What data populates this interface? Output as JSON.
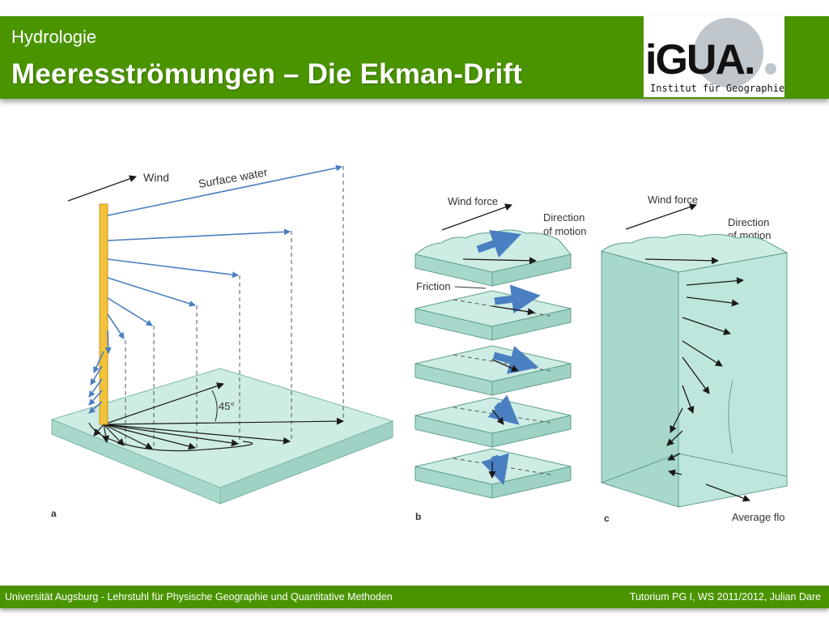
{
  "header": {
    "kicker": "Hydrologie",
    "title": "Meeresströmungen – Die Ekman-Drift"
  },
  "logo": {
    "mark_letters": "iGUA.",
    "subtitle": "Institut für Geographie"
  },
  "figure": {
    "panel_a": {
      "wind_label": "Wind",
      "surface_water_label": "Surface water",
      "angle_label": "45°",
      "panel_letter": "a"
    },
    "panel_b": {
      "wind_force_label": "Wind force",
      "direction_label_line1": "Direction",
      "direction_label_line2": "of motion",
      "friction_label": "Friction",
      "panel_letter": "b"
    },
    "panel_c": {
      "wind_force_label": "Wind force",
      "direction_label_line1": "Direction",
      "direction_label_line2": "of motion",
      "average_flow_label": "Average flo",
      "panel_letter": "c"
    }
  },
  "footer": {
    "left": "Universität Augsburg - Lehrstuhl für Physische Geographie und Quantitative Methoden",
    "right": "Tutorium PG I, WS 2011/2012, Julian Dare"
  },
  "colors": {
    "header_green": "#4a9400",
    "water": "#bfe6dc",
    "arrow_blue": "#4a7fc1",
    "pole_yellow": "#f2c23a"
  }
}
